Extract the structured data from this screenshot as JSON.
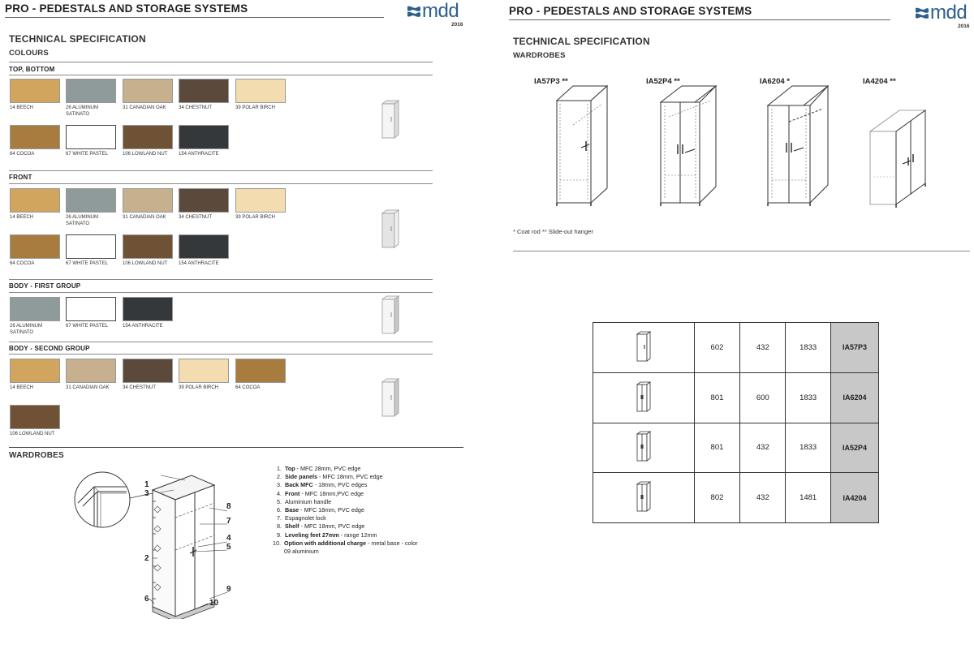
{
  "left": {
    "header": "PRO - PEDESTALS AND STORAGE SYSTEMS",
    "section_title": "TECHNICAL SPECIFICATION",
    "subtitle": "COLOURS",
    "groups": {
      "top_bottom": {
        "label": "TOP, BOTTOM",
        "swatches": [
          {
            "label": "14 BEECH",
            "color": "#d2a55e"
          },
          {
            "label": "26 ALUMINUM SATINATO",
            "color": "#8f9a9a"
          },
          {
            "label": "31 CANADIAN OAK",
            "color": "#c7b08e"
          },
          {
            "label": "34 CHESTNUT",
            "color": "#5b4a3c"
          },
          {
            "label": "39 POLAR BIRCH",
            "color": "#f2dcb0"
          },
          {
            "label": "64 COCOA",
            "color": "#a77c3e"
          },
          {
            "label": "67 WHITE PASTEL",
            "color": "#ffffff"
          },
          {
            "label": "106 LOWLAND NUT",
            "color": "#6f5235"
          },
          {
            "label": "154 ANTHRACITE",
            "color": "#35383b"
          }
        ]
      },
      "front": {
        "label": "FRONT",
        "swatches": [
          {
            "label": "14 BEECH",
            "color": "#d2a55e"
          },
          {
            "label": "26 ALUMINUM SATINATO",
            "color": "#8f9a9a"
          },
          {
            "label": "31 CANADIAN OAK",
            "color": "#c7b08e"
          },
          {
            "label": "34 CHESTNUT",
            "color": "#5b4a3c"
          },
          {
            "label": "39 POLAR BIRCH",
            "color": "#f2dcb0"
          },
          {
            "label": "64 COCOA",
            "color": "#a77c3e"
          },
          {
            "label": "67 WHITE PASTEL",
            "color": "#ffffff"
          },
          {
            "label": "106 LOWLAND NUT",
            "color": "#6f5235"
          },
          {
            "label": "154 ANTHRACITE",
            "color": "#35383b"
          }
        ]
      },
      "body_first": {
        "label": "BODY - FIRST GROUP",
        "swatches": [
          {
            "label": "26 ALUMINUM SATINATO",
            "color": "#8f9a9a"
          },
          {
            "label": "67 WHITE PASTEL",
            "color": "#ffffff"
          },
          {
            "label": "154 ANTHRACITE",
            "color": "#35383b"
          }
        ]
      },
      "body_second": {
        "label": "BODY - SECOND GROUP",
        "swatches": [
          {
            "label": "14 BEECH",
            "color": "#d2a55e"
          },
          {
            "label": "31 CANADIAN OAK",
            "color": "#c7b08e"
          },
          {
            "label": "34 CHESTNUT",
            "color": "#5b4a3c"
          },
          {
            "label": "39 POLAR BIRCH",
            "color": "#f2dcb0"
          },
          {
            "label": "64 COCOA",
            "color": "#a77c3e"
          },
          {
            "label": "106 LOWLAND NUT",
            "color": "#6f5235"
          }
        ]
      }
    },
    "wardrobes_title": "WARDROBES",
    "callouts": [
      "1",
      "3",
      "8",
      "7",
      "4",
      "5",
      "2",
      "9",
      "6",
      "10"
    ],
    "parts": [
      {
        "n": "1.",
        "name": "Top",
        "desc": " - MFC 28mm, PVC edge"
      },
      {
        "n": "2.",
        "name": "Side panels",
        "desc": " - MFC 18mm, PVC edge"
      },
      {
        "n": "3.",
        "name": "Back MFC",
        "desc": " - 18mm, PVC edges"
      },
      {
        "n": "4.",
        "name": "Front",
        "desc": " - MFC 18mm,PVC edge"
      },
      {
        "n": "5.",
        "name": "",
        "desc": "Aluminium handle"
      },
      {
        "n": "6.",
        "name": "Base",
        "desc": " - MFC 18mm, PVC edge"
      },
      {
        "n": "7.",
        "name": "",
        "desc": "Espagnolet lock"
      },
      {
        "n": "8.",
        "name": "Shelf",
        "desc": " - MFC 18mm, PVC edge"
      },
      {
        "n": "9.",
        "name": "Leveling feet 27mm",
        "desc": " - range 12mm"
      },
      {
        "n": "10.",
        "name": "Option with additional charge",
        "desc": " - metal base - color 09 aluminium"
      }
    ]
  },
  "right": {
    "header": "PRO - PEDESTALS AND STORAGE SYSTEMS",
    "section_title": "TECHNICAL SPECIFICATION",
    "subtitle": "WARDROBES",
    "models": [
      {
        "code": "IA57P3 **"
      },
      {
        "code": "IA52P4 **"
      },
      {
        "code": "IA6204 *"
      },
      {
        "code": "IA4204 **"
      }
    ],
    "note": "* Coat rod ** Slide-out hanger",
    "table": [
      {
        "w": "602",
        "d": "432",
        "h": "1833",
        "code": "IA57P3",
        "doors": 1
      },
      {
        "w": "801",
        "d": "600",
        "h": "1833",
        "code": "IA6204",
        "doors": 2
      },
      {
        "w": "801",
        "d": "432",
        "h": "1833",
        "code": "IA52P4",
        "doors": 2
      },
      {
        "w": "802",
        "d": "432",
        "h": "1481",
        "code": "IA4204",
        "doors": 2
      }
    ]
  },
  "logo": {
    "word": "mdd",
    "year": "2016",
    "color": "#2d5f8f"
  }
}
